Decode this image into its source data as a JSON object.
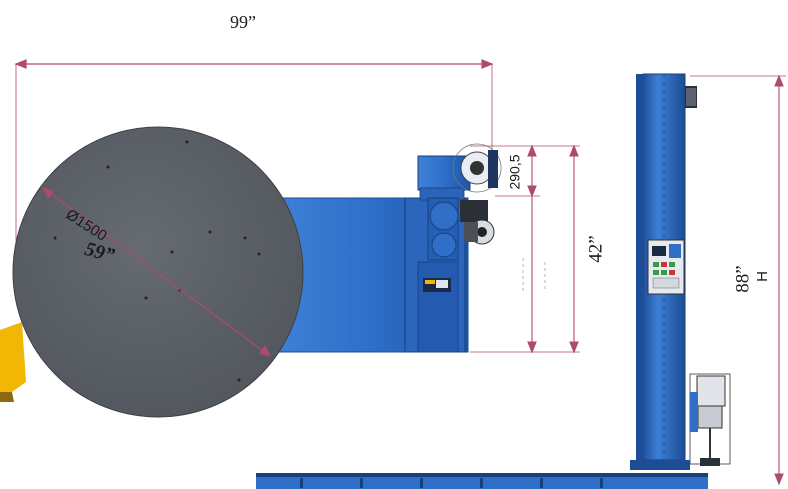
{
  "dimensions": {
    "overall_width": "99”",
    "turntable_diameter_mm": "Ø1500",
    "turntable_diameter_in": "59”",
    "offset_mm": "290,5",
    "table_height": "42”",
    "tower_height": "88”",
    "height_symbol": "H"
  },
  "colors": {
    "machine_blue": "#2f6fc8",
    "machine_blue_dark": "#1f4f9a",
    "turntable_gray": "#5b5f66",
    "dimension_line": "#b04a6a",
    "accent_yellow": "#f2b705"
  }
}
